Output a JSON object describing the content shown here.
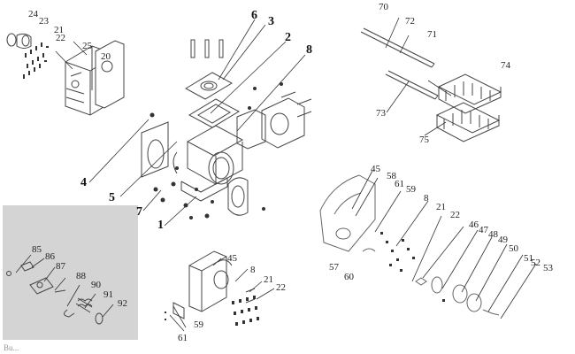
{
  "image": {
    "caption": "Bu..."
  },
  "inset": {
    "fill": "#d4d4d4"
  },
  "groups": {
    "top_left": {
      "callouts": [
        "24",
        "23",
        "21",
        "22",
        "25",
        "20"
      ]
    },
    "main_pump": {
      "callouts": [
        "6",
        "3",
        "2",
        "8",
        "4",
        "5",
        "7",
        "1"
      ]
    },
    "shafts_gears": {
      "callouts": [
        "70",
        "72",
        "71",
        "74",
        "73",
        "75"
      ]
    },
    "inset": {
      "callouts": [
        "85",
        "86",
        "87",
        "88",
        "90",
        "91",
        "92"
      ]
    },
    "bottom_center": {
      "callouts": [
        "45",
        "8",
        "21",
        "22",
        "59",
        "61"
      ]
    },
    "right_assembly": {
      "callouts": [
        "45",
        "58",
        "61",
        "59",
        "8",
        "21",
        "22",
        "46",
        "47",
        "48",
        "49",
        "50",
        "51",
        "52",
        "53",
        "57",
        "60"
      ]
    }
  }
}
